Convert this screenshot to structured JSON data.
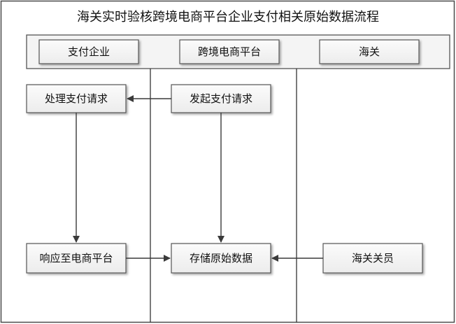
{
  "title": "海关实时验核跨境电商平台企业支付相关原始数据流程",
  "lanes": [
    {
      "label": "支付企业"
    },
    {
      "label": "跨境电商平台"
    },
    {
      "label": "海关"
    }
  ],
  "steps": {
    "process_payment": "处理支付请求",
    "initiate_payment": "发起支付请求",
    "respond_platform": "响应至电商平台",
    "store_raw_data": "存储原始数据",
    "customs_officer": "海关关员"
  }
}
